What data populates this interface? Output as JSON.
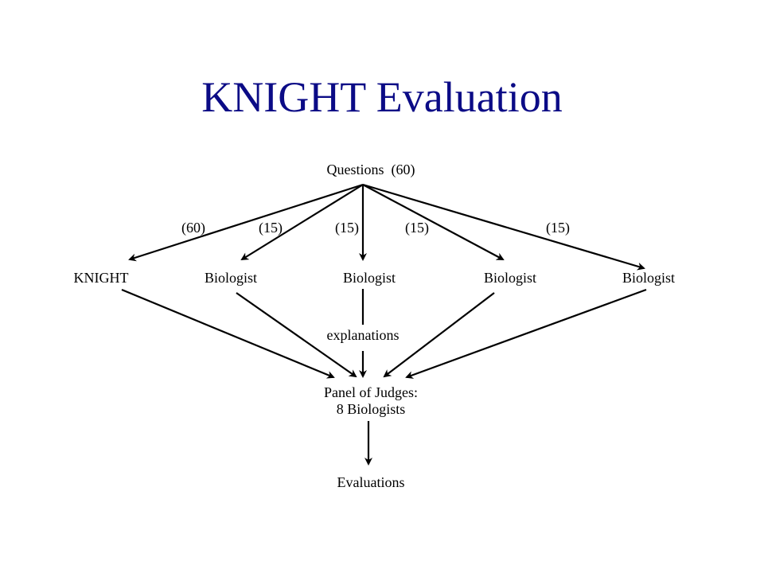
{
  "title": "KNIGHT Evaluation",
  "diagram": {
    "source": "Questions  (60)",
    "source_edge_labels": [
      "(60)",
      "(15)",
      "(15)",
      "(15)",
      "(15)"
    ],
    "answerers": [
      "KNIGHT",
      "Biologist",
      "Biologist",
      "Biologist",
      "Biologist"
    ],
    "middle_label": "explanations",
    "panel": [
      "Panel of Judges:",
      "8 Biologists"
    ],
    "sink": "Evaluations"
  },
  "colors": {
    "title": "#0b0b86",
    "text": "#000000",
    "background": "#ffffff"
  }
}
